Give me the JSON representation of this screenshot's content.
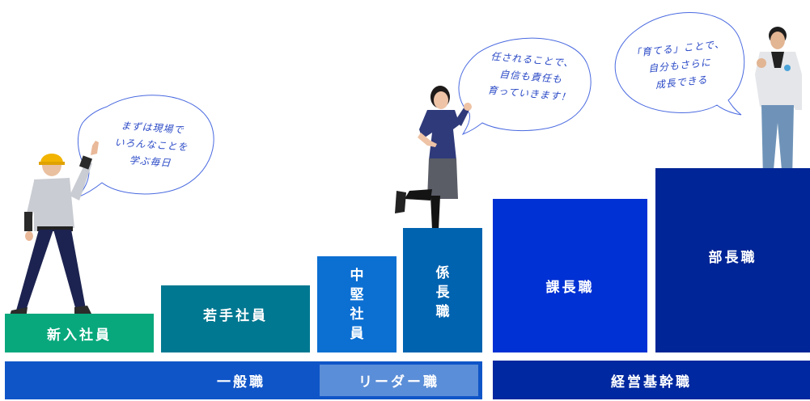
{
  "levels": [
    {
      "id": "new",
      "label": "新入社員",
      "color": "#08a87c"
    },
    {
      "id": "young",
      "label": "若手社員",
      "color": "#007891"
    },
    {
      "id": "mid",
      "label": "中堅社員",
      "chars": [
        "中",
        "堅",
        "社",
        "員"
      ],
      "color": "#0c6fd2"
    },
    {
      "id": "chief",
      "label": "係長職",
      "chars": [
        "係",
        "長",
        "職"
      ],
      "color": "#0063b0"
    },
    {
      "id": "section",
      "label": "課長職",
      "color": "#0031d4"
    },
    {
      "id": "dept",
      "label": "部長職",
      "color": "#002596"
    }
  ],
  "categories": {
    "general": {
      "label": "一般職",
      "color": "#0f55c8"
    },
    "leader": {
      "label": "リーダー職",
      "color": "#5b8ed8"
    },
    "management": {
      "label": "経営基幹職",
      "color": "#0028a0"
    }
  },
  "bubbles": [
    {
      "id": "new-employee",
      "lines": [
        "まずは現場で",
        "いろんなことを",
        "学ぶ毎日"
      ]
    },
    {
      "id": "chief",
      "lines": [
        "任されることで、",
        "自信も責任も",
        "育っていきます！"
      ]
    },
    {
      "id": "dept-head",
      "lines": [
        "「育てる」ことで、",
        "自分もさらに",
        "成長できる"
      ]
    }
  ],
  "people": [
    {
      "id": "new-employee-photo",
      "description": "young worker in helmet pointing up"
    },
    {
      "id": "chief-photo",
      "description": "woman in uniform jogging pose"
    },
    {
      "id": "dept-head-photo",
      "description": "man giving thumbs up"
    }
  ]
}
